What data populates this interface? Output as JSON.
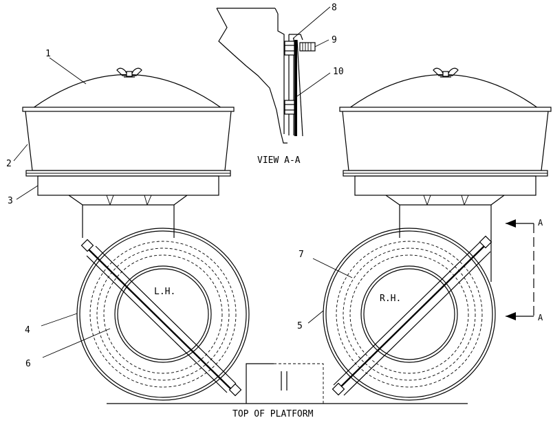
{
  "callouts": [
    "1",
    "2",
    "3",
    "4",
    "5",
    "6",
    "7",
    "8",
    "9",
    "10"
  ],
  "view_label": "VIEW A-A",
  "lh_label": "L.H.",
  "rh_label": "R.H.",
  "platform_label": "TOP OF PLATFORM",
  "section_marker": "A",
  "colors": {
    "line": "#000000",
    "background": "#ffffff"
  }
}
